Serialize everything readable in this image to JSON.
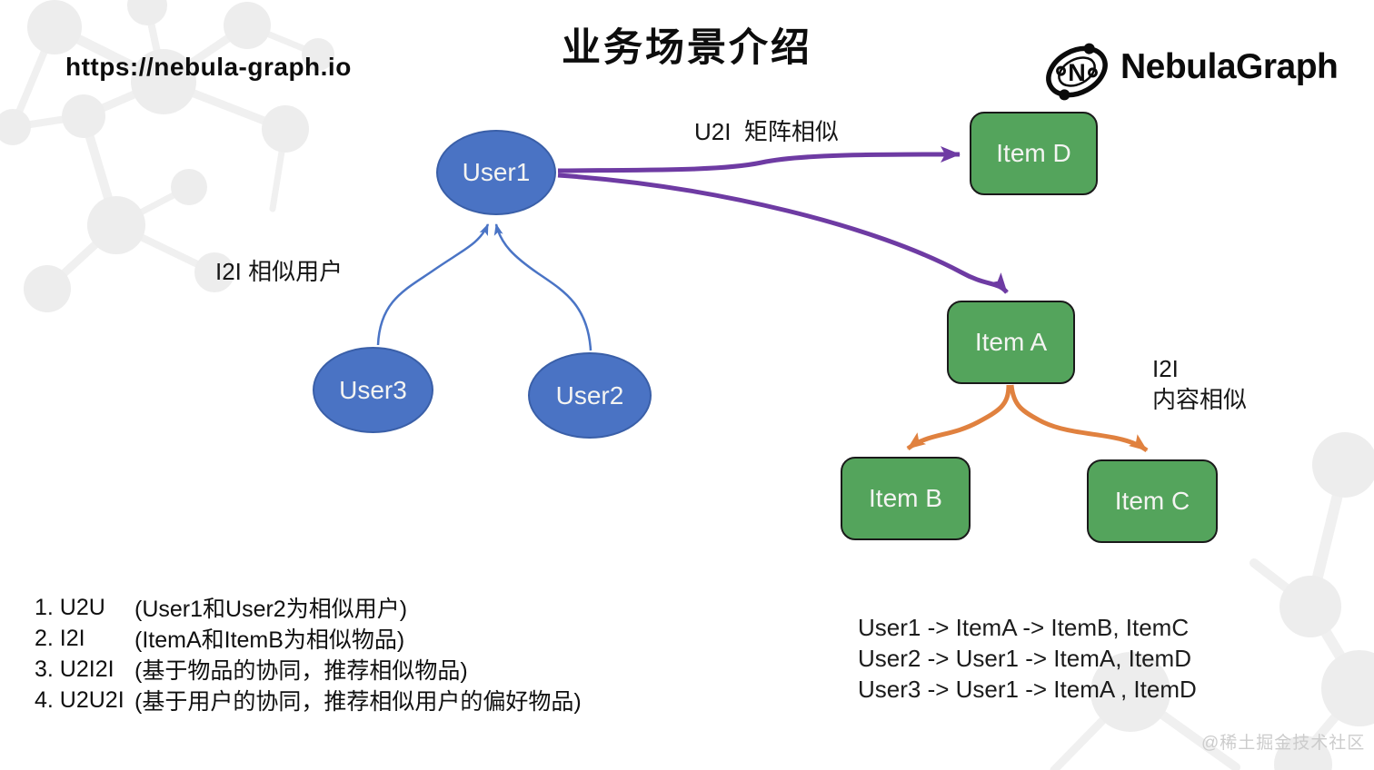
{
  "header": {
    "title": "业务场景介绍",
    "url": "https://nebula-graph.io",
    "brand": "NebulaGraph",
    "brand_initial": "N"
  },
  "colors": {
    "user_fill": "#4a73c4",
    "user_stroke": "#3a5fa8",
    "item_fill": "#54a45c",
    "item_stroke": "#1a1a1a",
    "edge_purple": "#6e3ba3",
    "edge_orange": "#e0813f",
    "edge_blue": "#4a74c5",
    "watermark": "#cccccc",
    "decor": "#ededed"
  },
  "diagram": {
    "nodes": [
      {
        "id": "user1",
        "label": "User1",
        "type": "user"
      },
      {
        "id": "user2",
        "label": "User2",
        "type": "user"
      },
      {
        "id": "user3",
        "label": "User3",
        "type": "user"
      },
      {
        "id": "item_a",
        "label": "Item A",
        "type": "item"
      },
      {
        "id": "item_b",
        "label": "Item B",
        "type": "item"
      },
      {
        "id": "item_c",
        "label": "Item C",
        "type": "item"
      },
      {
        "id": "item_d",
        "label": "Item D",
        "type": "item"
      }
    ],
    "edges": [
      {
        "from": "User1",
        "to": "Item D",
        "label": "U2I 矩阵相似",
        "color": "purple"
      },
      {
        "from": "User1",
        "to": "Item A",
        "label": "U2I 矩阵相似",
        "color": "purple"
      },
      {
        "from": "User3",
        "to": "User1",
        "label": "I2I 相似用户",
        "color": "blue"
      },
      {
        "from": "User2",
        "to": "User1",
        "label": "I2I 相似用户",
        "color": "blue"
      },
      {
        "from": "Item A",
        "to": "Item B",
        "label": "I2I 内容相似",
        "color": "orange"
      },
      {
        "from": "Item A",
        "to": "Item C",
        "label": "I2I 内容相似",
        "color": "orange"
      }
    ],
    "labels": {
      "u2i": "U2I  矩阵相似",
      "i2i_user": "I2I 相似用户",
      "i2i_item_line1": "I2I",
      "i2i_item_line2": "内容相似"
    }
  },
  "notes": {
    "items": [
      {
        "label": "1. U2U",
        "desc": "(User1和User2为相似用户)"
      },
      {
        "label": "2. I2I",
        "desc": "(ItemA和ItemB为相似物品)"
      },
      {
        "label": "3. U2I2I",
        "desc": "(基于物品的协同，推荐相似物品)"
      },
      {
        "label": "4. U2U2I",
        "desc": "(基于用户的协同，推荐相似用户的偏好物品)"
      }
    ]
  },
  "paths_panel": {
    "lines": [
      "User1 -> ItemA -> ItemB, ItemC",
      "User2 -> User1 -> ItemA, ItemD",
      "User3 -> User1 -> ItemA , ItemD"
    ]
  },
  "footer": {
    "watermark": "@稀土掘金技术社区"
  }
}
